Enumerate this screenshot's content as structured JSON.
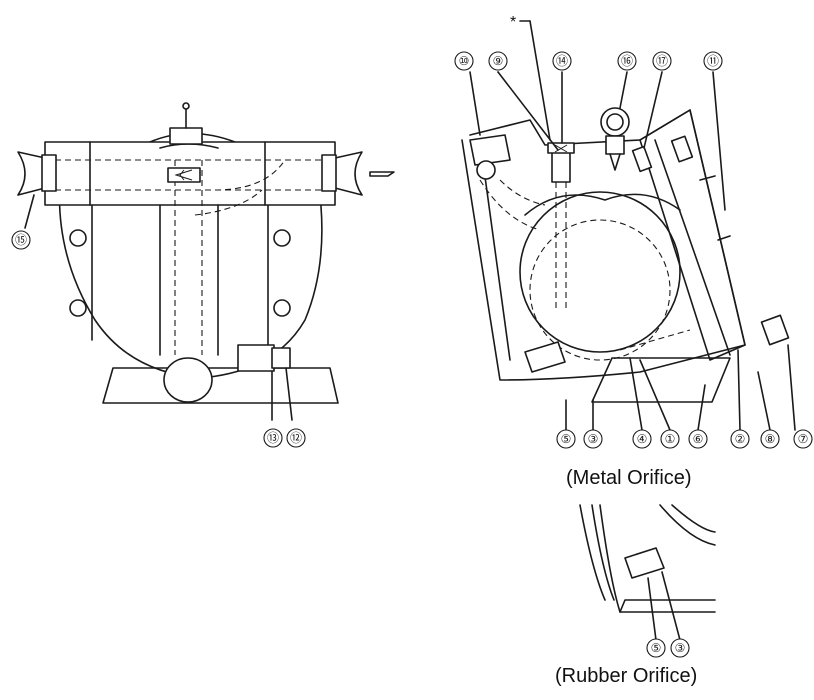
{
  "views": {
    "front": {
      "callouts": [
        "⑮",
        "⑬",
        "⑫"
      ]
    },
    "section": {
      "top_callouts": [
        "⑩",
        "⑨",
        "⑭",
        "⑯",
        "⑰",
        "⑪"
      ],
      "bottom_callouts": [
        "⑤",
        "③",
        "④",
        "①",
        "⑥",
        "②",
        "⑧",
        "⑦"
      ],
      "asterisk": "*",
      "caption": "(Metal Orifice)"
    },
    "detail": {
      "callouts": [
        "⑤",
        "③"
      ],
      "caption": "(Rubber Orifice)"
    }
  }
}
